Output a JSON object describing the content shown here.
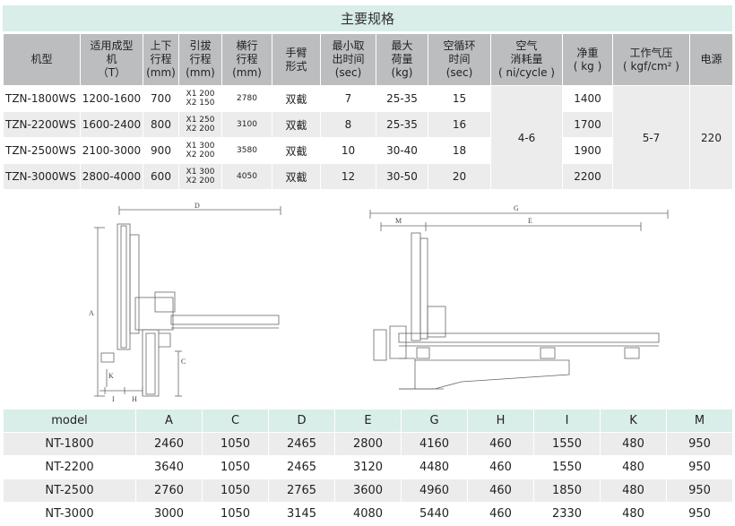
{
  "title": "主要规格",
  "spec_table": {
    "headers": [
      "机型",
      "适用成型机（T）",
      "上下行程(mm)",
      "引拔行程(mm)",
      "横行行程(mm)",
      "手臂形式",
      "最小取出时间(sec)",
      "最大荷量(kg)",
      "空循环时间(sec)",
      "空气消耗量（ni/cycle）",
      "净重（kg）",
      "工作气压（kgf/cm²）",
      "电源"
    ],
    "header_lines": [
      [
        "机型"
      ],
      [
        "适用成型",
        "机",
        "（T）"
      ],
      [
        "上下",
        "行程",
        "(mm)"
      ],
      [
        "引拔",
        "行程",
        "(mm)"
      ],
      [
        "横行",
        "行程",
        "(mm)"
      ],
      [
        "手臂",
        "形式"
      ],
      [
        "最小取",
        "出时间",
        "(sec)"
      ],
      [
        "最大",
        "荷量",
        "(kg)"
      ],
      [
        "空循环",
        "时间",
        "(sec)"
      ],
      [
        "空气",
        "消耗量",
        "( ni/cycle )"
      ],
      [
        "净重",
        "( kg )"
      ],
      [
        "工作气压",
        "( kgf/cm² )"
      ],
      [
        "电源"
      ]
    ],
    "rows": [
      {
        "model": "TZN-1800WS",
        "tonnage": "1200-1600",
        "vertical": "700",
        "draw_1": "X1 200",
        "draw_2": "X2 150",
        "traverse": "2780",
        "arm": "双截",
        "min_takeout": "7",
        "max_load": "25-35",
        "dry_cycle": "15",
        "weight": "1400"
      },
      {
        "model": "TZN-2200WS",
        "tonnage": "1600-2400",
        "vertical": "800",
        "draw_1": "X1 250",
        "draw_2": "X2 200",
        "traverse": "3100",
        "arm": "双截",
        "min_takeout": "8",
        "max_load": "25-35",
        "dry_cycle": "16",
        "weight": "1700"
      },
      {
        "model": "TZN-2500WS",
        "tonnage": "2100-3000",
        "vertical": "900",
        "draw_1": "X1 300",
        "draw_2": "X2 200",
        "traverse": "3580",
        "arm": "双截",
        "min_takeout": "10",
        "max_load": "30-40",
        "dry_cycle": "18",
        "weight": "1900"
      },
      {
        "model": "TZN-3000WS",
        "tonnage": "2800-4000",
        "vertical": "600",
        "draw_1": "X1 300",
        "draw_2": "X2 200",
        "traverse": "4050",
        "arm": "双截",
        "min_takeout": "12",
        "max_load": "30-50",
        "dry_cycle": "20",
        "weight": "2200"
      }
    ],
    "air_consumption": "4-6",
    "working_pressure": "5-7",
    "power": "220"
  },
  "drawing_labels": {
    "left": {
      "D": "D",
      "A": "A",
      "C": "C",
      "K": "K",
      "I": "I",
      "H": "H"
    },
    "right": {
      "G": "G",
      "M": "M",
      "E": "E"
    }
  },
  "dim_table": {
    "headers": [
      "model",
      "A",
      "C",
      "D",
      "E",
      "G",
      "H",
      "I",
      "K",
      "M"
    ],
    "rows": [
      [
        "NT-1800",
        "2460",
        "1050",
        "2465",
        "2800",
        "4160",
        "460",
        "1550",
        "480",
        "950"
      ],
      [
        "NT-2200",
        "3640",
        "1050",
        "2465",
        "3120",
        "4480",
        "460",
        "1550",
        "480",
        "950"
      ],
      [
        "NT-2500",
        "2760",
        "1050",
        "2765",
        "3600",
        "4960",
        "460",
        "1850",
        "480",
        "950"
      ],
      [
        "NT-3000",
        "3000",
        "1050",
        "3145",
        "4080",
        "5440",
        "460",
        "2330",
        "480",
        "950"
      ]
    ]
  }
}
